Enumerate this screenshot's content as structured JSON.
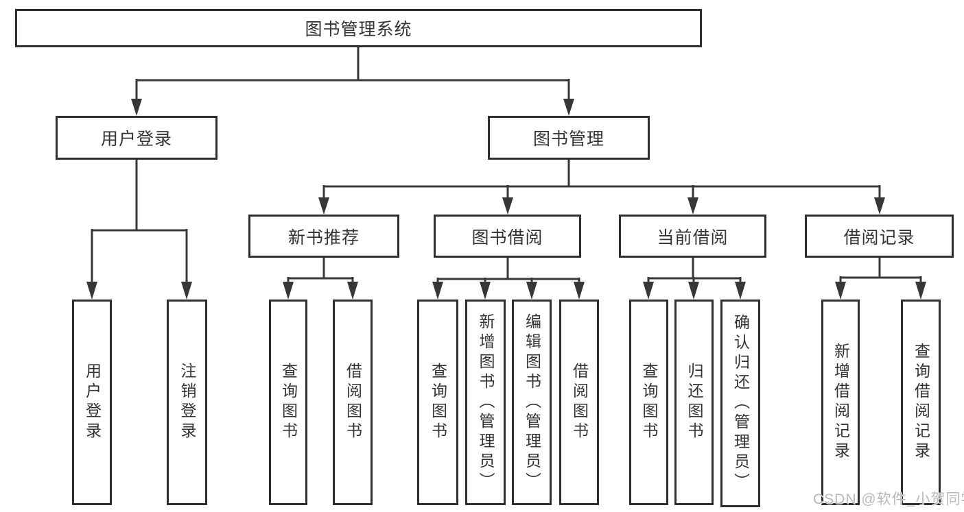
{
  "diagram": {
    "title": "图书管理系统",
    "tree": {
      "label": "图书管理系统",
      "children": [
        {
          "label": "用户登录",
          "children": [
            {
              "label": "用户登录"
            },
            {
              "label": "注销登录"
            }
          ]
        },
        {
          "label": "图书管理",
          "children": [
            {
              "label": "新书推荐",
              "children": [
                {
                  "label": "查询图书"
                },
                {
                  "label": "借阅图书"
                }
              ]
            },
            {
              "label": "图书借阅",
              "children": [
                {
                  "label": "查询图书"
                },
                {
                  "label": "新增图书（管理员）"
                },
                {
                  "label": "编辑图书（管理员）"
                },
                {
                  "label": "借阅图书"
                }
              ]
            },
            {
              "label": "当前借阅",
              "children": [
                {
                  "label": "查询图书"
                },
                {
                  "label": "归还图书"
                },
                {
                  "label": "确认归还（管理员）"
                }
              ]
            },
            {
              "label": "借阅记录",
              "children": [
                {
                  "label": "新增借阅记录"
                },
                {
                  "label": "查询借阅记录"
                }
              ]
            }
          ]
        }
      ]
    },
    "watermark": {
      "text": "CSDN @软件_小贺同学"
    },
    "colors": {
      "line": "#373737",
      "box_border": "#2f2f2f",
      "text": "#333333",
      "background": "#ffffff",
      "watermark": "#b9b9b9"
    }
  }
}
